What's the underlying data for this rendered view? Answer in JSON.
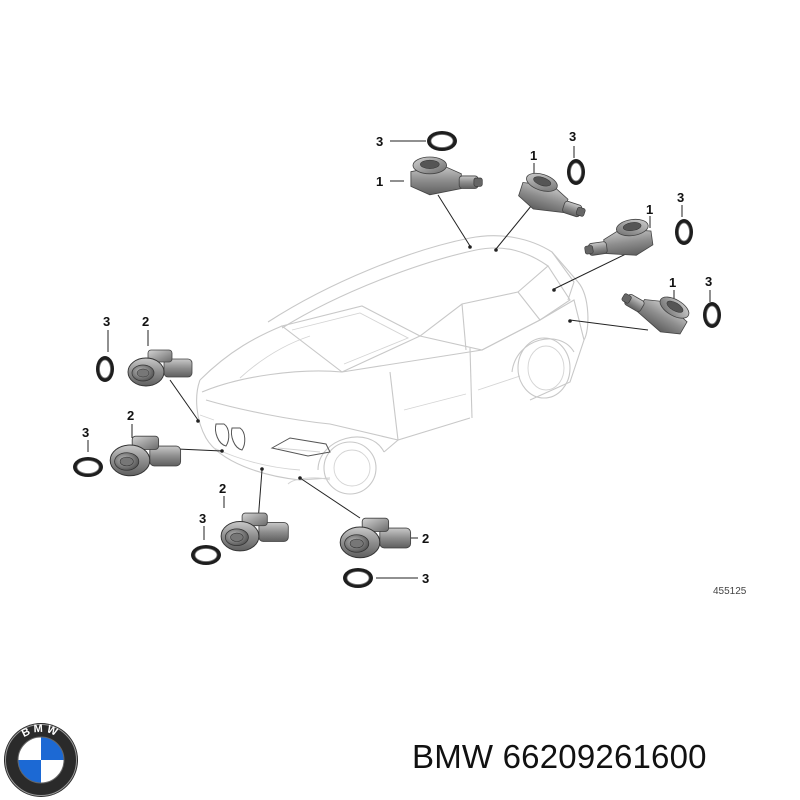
{
  "diagram": {
    "diagram_number": "455125",
    "callouts": {
      "sensor_rear": "1",
      "sensor_front": "2",
      "ring": "3"
    }
  },
  "footer": {
    "brand": "BMW",
    "part_number": "66209261600",
    "logo_letters": "BMW"
  },
  "colors": {
    "sensor_body": "#8e8e8e",
    "sensor_shadow": "#5f5f5f",
    "ring": "#3a3a3a",
    "logo_blue": "#1c69d4",
    "car_outline": "#c8c8c8"
  }
}
